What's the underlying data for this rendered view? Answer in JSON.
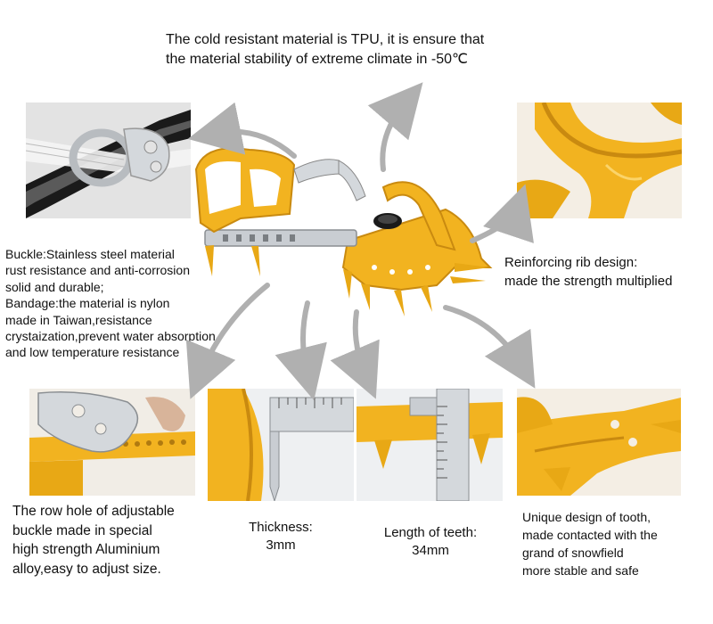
{
  "headline": "The cold resistant material is TPU, it is ensure that\nthe material stability of extreme climate in -50℃",
  "buckle_desc": "Buckle:Stainless steel material\nrust resistance and anti-corrosion\nsolid and durable;\nBandage:the material is nylon\nmade in Taiwan,resistance\ncrystaization,prevent water absorption\nand low temperature resistance",
  "rib_desc": "Reinforcing rib design:\nmade the strength multiplied",
  "row_hole_desc": "The row hole of adjustable\nbuckle made in special\nhigh strength Aluminium\nalloy,easy to adjust size.",
  "thickness_desc": "Thickness:\n3mm",
  "teeth_desc": "Length of teeth:\n34mm",
  "tooth_desc": "Unique design of tooth,\nmade contacted with the\ngrand of snowfield\nmore stable and safe",
  "colors": {
    "aluminium_gold": "#f2b320",
    "aluminium_shadow": "#c98a10",
    "steel": "#c9cdd2",
    "strap_black": "#1a1a1a",
    "arrow_gray": "#b0b0b0"
  }
}
